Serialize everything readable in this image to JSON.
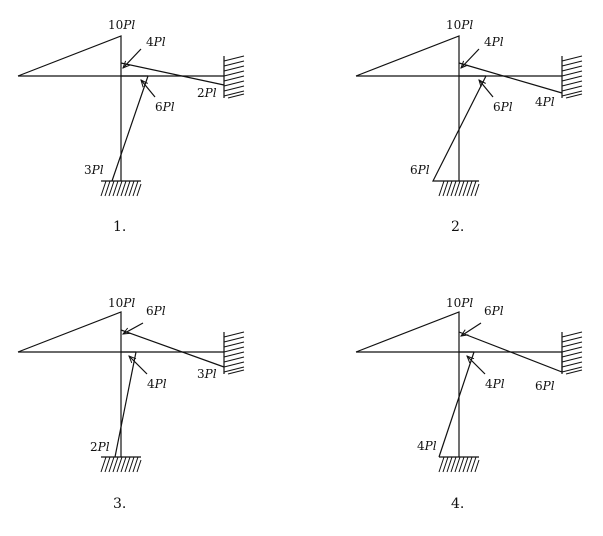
{
  "options": [
    {
      "caption": "1.",
      "labels": [
        {
          "num": "10",
          "unit": "Pl"
        },
        {
          "num": "4",
          "unit": "Pl"
        },
        {
          "num": "6",
          "unit": "Pl"
        },
        {
          "num": "2",
          "unit": "Pl"
        },
        {
          "num": "3",
          "unit": "Pl"
        }
      ]
    },
    {
      "caption": "2.",
      "labels": [
        {
          "num": "10",
          "unit": "Pl"
        },
        {
          "num": "4",
          "unit": "Pl"
        },
        {
          "num": "6",
          "unit": "Pl"
        },
        {
          "num": "4",
          "unit": "Pl"
        },
        {
          "num": "6",
          "unit": "Pl"
        }
      ]
    },
    {
      "caption": "3.",
      "labels": [
        {
          "num": "10",
          "unit": "Pl"
        },
        {
          "num": "6",
          "unit": "Pl"
        },
        {
          "num": "4",
          "unit": "Pl"
        },
        {
          "num": "3",
          "unit": "Pl"
        },
        {
          "num": "2",
          "unit": "Pl"
        }
      ]
    },
    {
      "caption": "4.",
      "labels": [
        {
          "num": "10",
          "unit": "Pl"
        },
        {
          "num": "6",
          "unit": "Pl"
        },
        {
          "num": "4",
          "unit": "Pl"
        },
        {
          "num": "6",
          "unit": "Pl"
        },
        {
          "num": "4",
          "unit": "Pl"
        }
      ]
    }
  ]
}
